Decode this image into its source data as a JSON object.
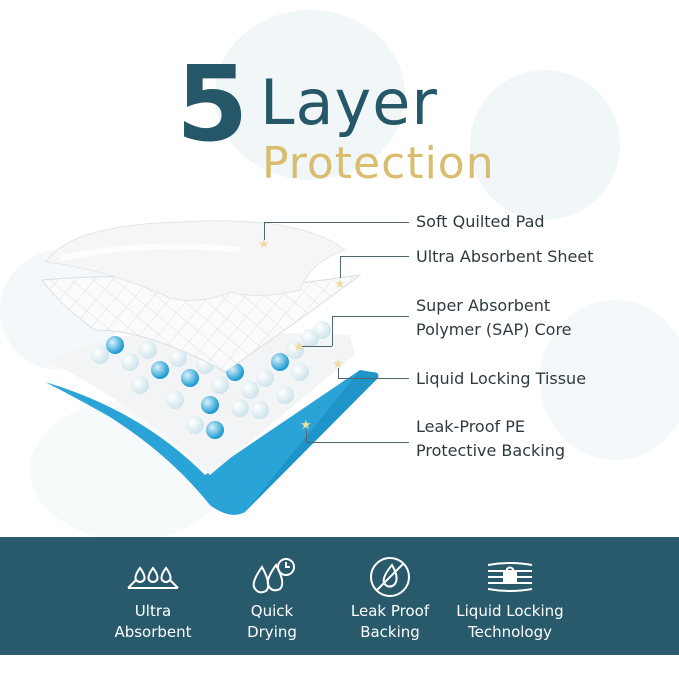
{
  "title": {
    "number": "5",
    "word": "Layer",
    "subtitle": "Protection"
  },
  "layers": [
    {
      "label_line1": "Soft Quilted Pad",
      "label_line2": ""
    },
    {
      "label_line1": "Ultra Absorbent Sheet",
      "label_line2": ""
    },
    {
      "label_line1": "Super Absorbent",
      "label_line2": "Polymer (SAP) Core"
    },
    {
      "label_line1": "Liquid Locking Tissue",
      "label_line2": ""
    },
    {
      "label_line1": "Leak-Proof PE",
      "label_line2": "Protective Backing"
    }
  ],
  "features": [
    {
      "icon": "water-drops-icon",
      "line1": "Ultra",
      "line2": "Absorbent"
    },
    {
      "icon": "drops-clock-icon",
      "line1": "Quick",
      "line2": "Drying"
    },
    {
      "icon": "no-drop-icon",
      "line1": "Leak Proof",
      "line2": "Backing"
    },
    {
      "icon": "lock-layers-icon",
      "line1": "Liquid Locking",
      "line2": "Technology"
    }
  ],
  "colors": {
    "primary": "#255769",
    "accent_gold": "#d9bd6e",
    "band": "#285a6b",
    "layer_blue": "#1e94c8"
  }
}
